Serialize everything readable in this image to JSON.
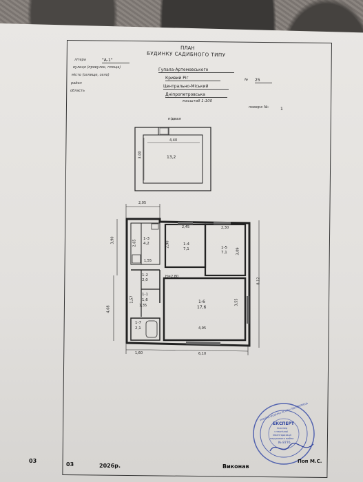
{
  "header": {
    "title1": "ПЛАН",
    "title2": "БУДИНКУ САДИБНОГО ТИПУ",
    "fields": [
      {
        "label": "літера",
        "value": "\"А-1\""
      },
      {
        "label": "вулиця (провулок, площа)",
        "value": "Гупала-Артемовського"
      },
      {
        "label": "місто (селище, село)",
        "value": "Кривий Ріг"
      },
      {
        "label": "район",
        "value": "Центрально-Міський"
      },
      {
        "label": "область",
        "value": "Дніпропетровська"
      }
    ],
    "number_label": "№",
    "number_value": "25",
    "scale": "масштаб 1:100",
    "floor_label": "поверх  №:",
    "floor_value": "1"
  },
  "basement": {
    "label": "підвал",
    "width": "4,40",
    "height": "3,00",
    "area": "13,2"
  },
  "plan": {
    "top_dim": "2,05",
    "left_dim_upper": "3,90",
    "left_dim_lower": "4,08",
    "right_dim": "8,12",
    "bottom_dim_left": "1,60",
    "bottom_dim_right": "6,10",
    "ceiling": "Н=2,80",
    "inner_dims": [
      "2,45",
      "2,30",
      "2,90",
      "3,09",
      "2,65",
      "1,55",
      "3,55",
      "4,95",
      "1,57",
      "1,35"
    ],
    "rooms": [
      {
        "id": "1-3",
        "area": "4,2"
      },
      {
        "id": "1-4",
        "area": "7,1"
      },
      {
        "id": "1-5",
        "area": "7,1"
      },
      {
        "id": "1-2",
        "area": "2,0"
      },
      {
        "id": "1-1",
        "area": "1,6"
      },
      {
        "id": "1-6",
        "area": "17,6"
      },
      {
        "id": "1-7",
        "area": "2,1"
      }
    ]
  },
  "stamp": {
    "center": "ЕКСПЕРТ",
    "lines": [
      "інженер",
      "з технічної",
      "інвентаризації",
      "нерухомого майна"
    ],
    "number": "№ 8776",
    "ring": "УКРАЇНА ФІЗИЧНА ОСОБА-ПІДПРИЄМЕЦЬ"
  },
  "footer": {
    "day": "03",
    "month": "03",
    "year": "2026р.",
    "executor_label": "Виконав",
    "executor_name": "Поп М.С."
  }
}
